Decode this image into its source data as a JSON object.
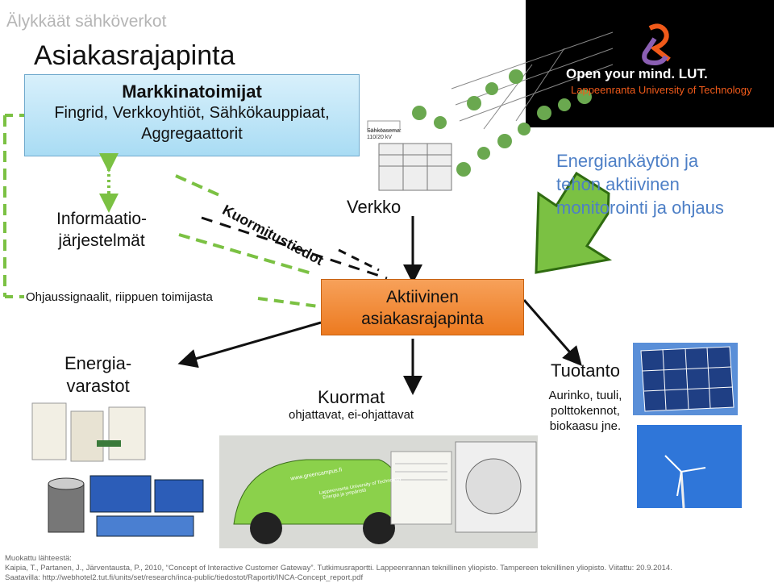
{
  "header": {
    "small_title": "Älykkäät sähköverkot",
    "title": "Asiakasrajapinta"
  },
  "market": {
    "title": "Markkinatoimijat",
    "line1": "Fingrid, Verkkoyhtiöt, Sähkökauppiaat,",
    "line2": "Aggregaattorit"
  },
  "info": {
    "line1": "Informaatio-",
    "line2": "järjestelmät"
  },
  "kuormitustiedot": "Kuormitustiedot",
  "verkko": "Verkko",
  "substation": {
    "label": "Sähköasema:",
    "voltage": "110/20 kV"
  },
  "lut": {
    "tagline": "Open your mind. LUT.",
    "university": "Lappeenranta University of Technology"
  },
  "monitoring": {
    "line1": "Energiankäytön ja",
    "line2": "tehon aktiivinen",
    "line3": "monitorointi ja ohjaus"
  },
  "ohjaus": "Ohjaussignaalit, riippuen toimijasta",
  "aktiivinen": {
    "line1": "Aktiivinen",
    "line2": "asiakasrajapinta"
  },
  "storage": {
    "line1": "Energia-",
    "line2": "varastot"
  },
  "loads": {
    "title": "Kuormat",
    "subtitle": "ohjattavat, ei-ohjattavat"
  },
  "production": {
    "title": "Tuotanto",
    "line1": "Aurinko, tuuli,",
    "line2": "polttokennot,",
    "line3": "biokaasu jne."
  },
  "car": {
    "text1": "www.greencampus.fi",
    "text2": "Lappeenranta University of Technology",
    "text3": "Energia ja ympäristö"
  },
  "source": {
    "line1": "Muokattu lähteestä:",
    "line2": "Kaipia, T., Partanen, J., Järventausta, P., 2010, “Concept of Interactive Customer Gateway”. Tutkimusraportti. Lappeenrannan teknillinen yliopisto. Tampereen teknillinen yliopisto. Viitattu: 20.9.2014.",
    "line3": "Saatavilla: http://webhotel2.tut.fi/units/set/research/inca-public/tiedostot/Raportit/INCA-Concept_report.pdf"
  },
  "colors": {
    "green_line": "#7bc143",
    "monitoring_text": "#4d7fc6",
    "orange_box": "#ec7a20",
    "blue_box": "#a9dcf4"
  }
}
